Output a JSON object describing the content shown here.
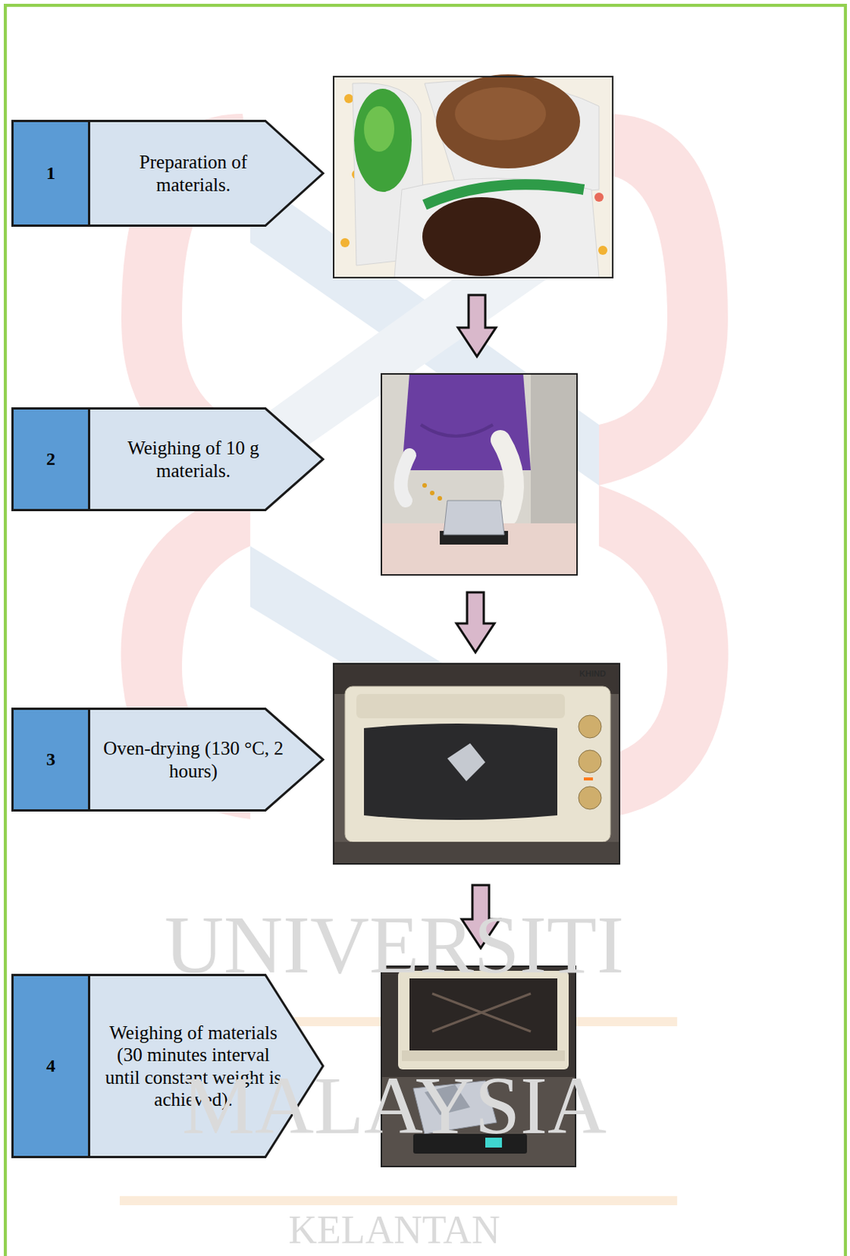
{
  "diagram": {
    "nodes": [
      {
        "text": [
          "1"
        ]
      },
      {
        "text": [
          "Preparation of materials."
        ]
      },
      {
        "text": [
          "2"
        ]
      },
      {
        "text": [
          "Weighing of 10 g materials."
        ]
      },
      {
        "text": [
          "3"
        ]
      },
      {
        "text": [
          "Oven-drying (130 °C, 2 hours)"
        ]
      },
      {
        "text": [
          "4"
        ]
      },
      {
        "text": [
          "Weighing of materials (30 minutes interval until constant weight is achieved)."
        ]
      }
    ],
    "labels": [
      "UNIVERSITI",
      "MALAYSIA",
      "KELANTAN",
      "KHIND"
    ]
  }
}
